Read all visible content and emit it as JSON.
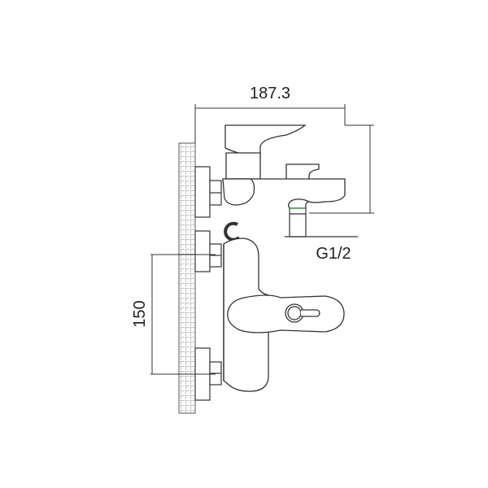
{
  "dimensions": {
    "width_label": "187.3",
    "spacing_label": "150",
    "thread_label": "G1/2"
  },
  "colors": {
    "line": "#333333",
    "thread_mark": "#3a9a3a"
  }
}
